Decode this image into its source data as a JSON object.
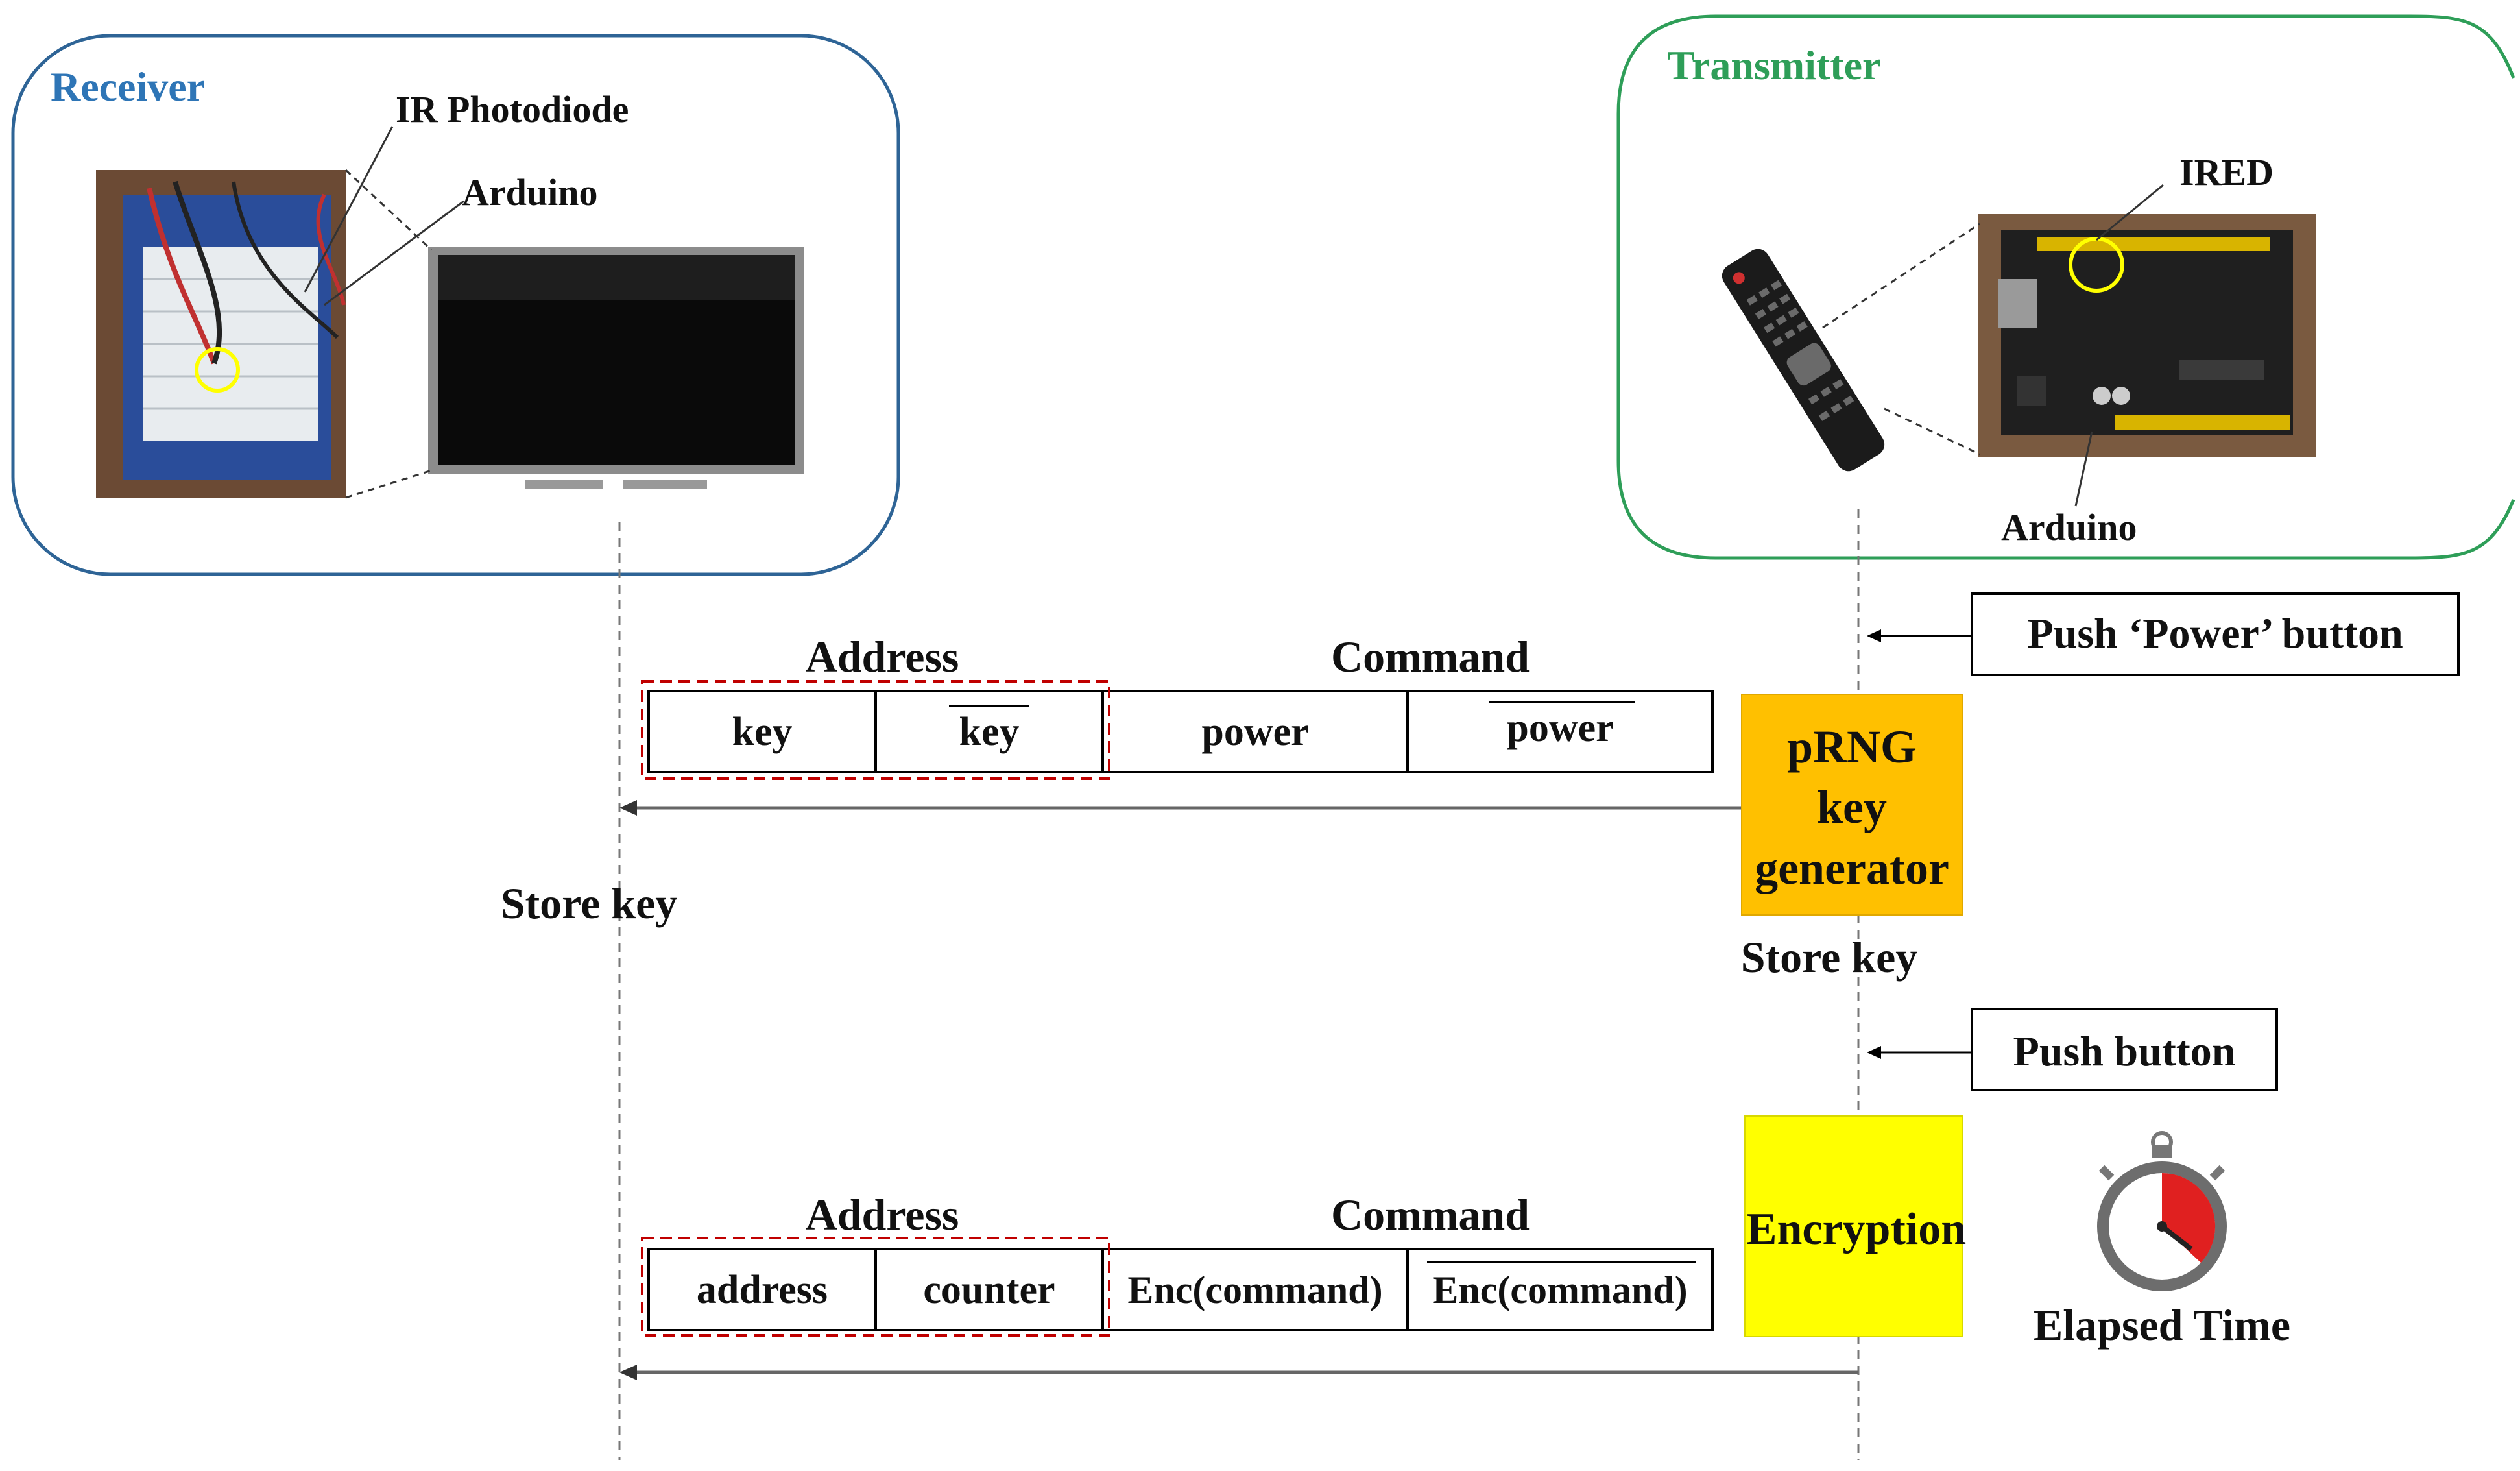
{
  "receiver": {
    "title": "Receiver",
    "title_color": "#2e75b6",
    "border_color": "#2e6496",
    "label_photodiode": "IR Photodiode",
    "label_arduino": "Arduino"
  },
  "transmitter": {
    "title": "Transmitter",
    "title_color": "#2e9e58",
    "border_color": "#2e9e58",
    "label_ired": "IRED",
    "label_arduino": "Arduino"
  },
  "actions": {
    "push_power": "Push ‘Power’ button",
    "push_button": "Push button"
  },
  "packet1": {
    "address_label": "Address",
    "command_label": "Command",
    "fields": [
      "key",
      "key",
      "power",
      "power"
    ],
    "overlined": [
      false,
      true,
      false,
      true
    ]
  },
  "packet2": {
    "address_label": "Address",
    "command_label": "Command",
    "fields": [
      "address",
      "counter",
      "Enc(command)",
      "Enc(command)"
    ],
    "overlined": [
      false,
      false,
      false,
      true
    ]
  },
  "prng_box": {
    "lines": [
      "pRNG",
      "key",
      "generator"
    ],
    "color": "#ffc000"
  },
  "encryption_box": {
    "label": "Encryption",
    "color": "#ffff00"
  },
  "store_key_receiver": "Store key",
  "store_key_transmitter": "Store key",
  "elapsed_time": "Elapsed Time",
  "colors": {
    "address_outline": "#c00000",
    "stopwatch_red": "#e02020"
  }
}
